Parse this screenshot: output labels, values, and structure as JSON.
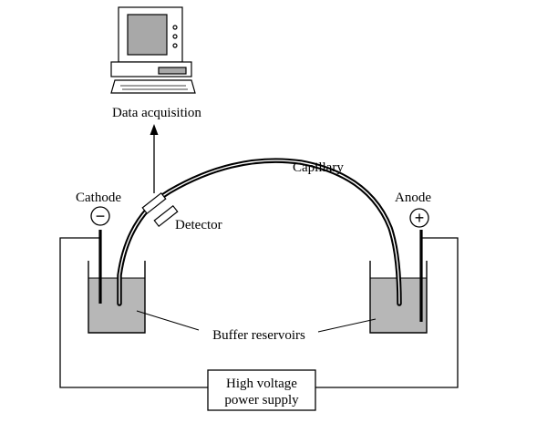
{
  "labels": {
    "data_acquisition": "Data acquisition",
    "capillary": "Capillary",
    "detector": "Detector",
    "cathode": "Cathode",
    "anode": "Anode",
    "buffer_reservoirs": "Buffer reservoirs",
    "power_supply_line1": "High voltage",
    "power_supply_line2": "power supply"
  },
  "symbols": {
    "cathode_sign": "−",
    "anode_sign": "+"
  },
  "colors": {
    "buffer_fill": "#b7b7b7",
    "screen_fill": "#a8a8a8",
    "line": "#000000"
  }
}
